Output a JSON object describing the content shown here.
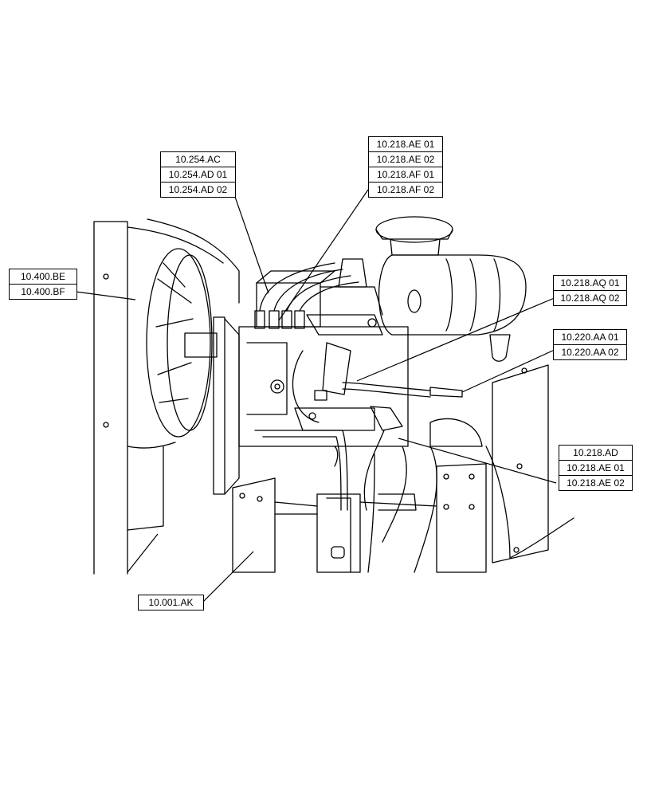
{
  "callouts": {
    "c1": [
      "10.254.AC",
      "10.254.AD 01",
      "10.254.AD 02"
    ],
    "c2": [
      "10.218.AE 01",
      "10.218.AE 02",
      "10.218.AF 01",
      "10.218.AF 02"
    ],
    "c3": [
      "10.400.BE",
      "10.400.BF"
    ],
    "c4": [
      "10.218.AQ 01",
      "10.218.AQ 02"
    ],
    "c5": [
      "10.220.AA 01",
      "10.220.AA 02"
    ],
    "c6": [
      "10.218.AD",
      "10.218.AE 01",
      "10.218.AE 02"
    ],
    "c7": [
      "10.001.AK"
    ]
  }
}
